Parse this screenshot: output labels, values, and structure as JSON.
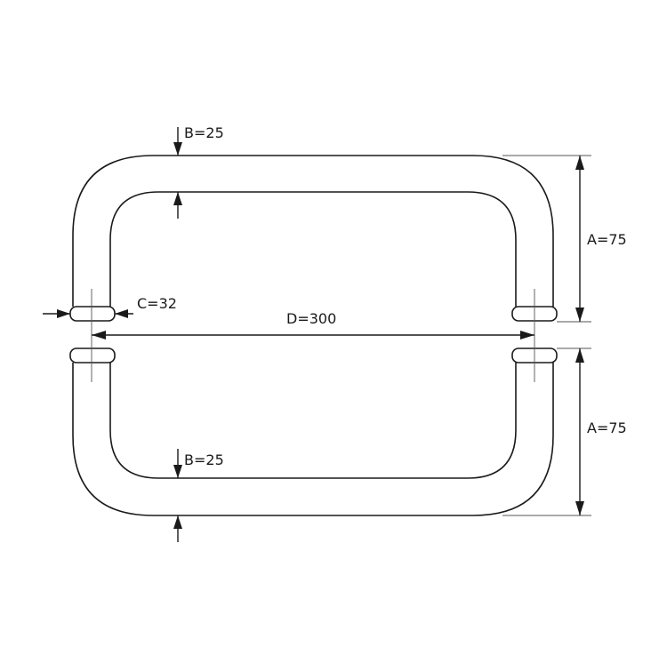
{
  "labels": {
    "b_top": "B=25",
    "b_bottom": "B=25",
    "c": "C=32",
    "d": "D=300",
    "a_top": "A=75",
    "a_bottom": "A=75"
  }
}
